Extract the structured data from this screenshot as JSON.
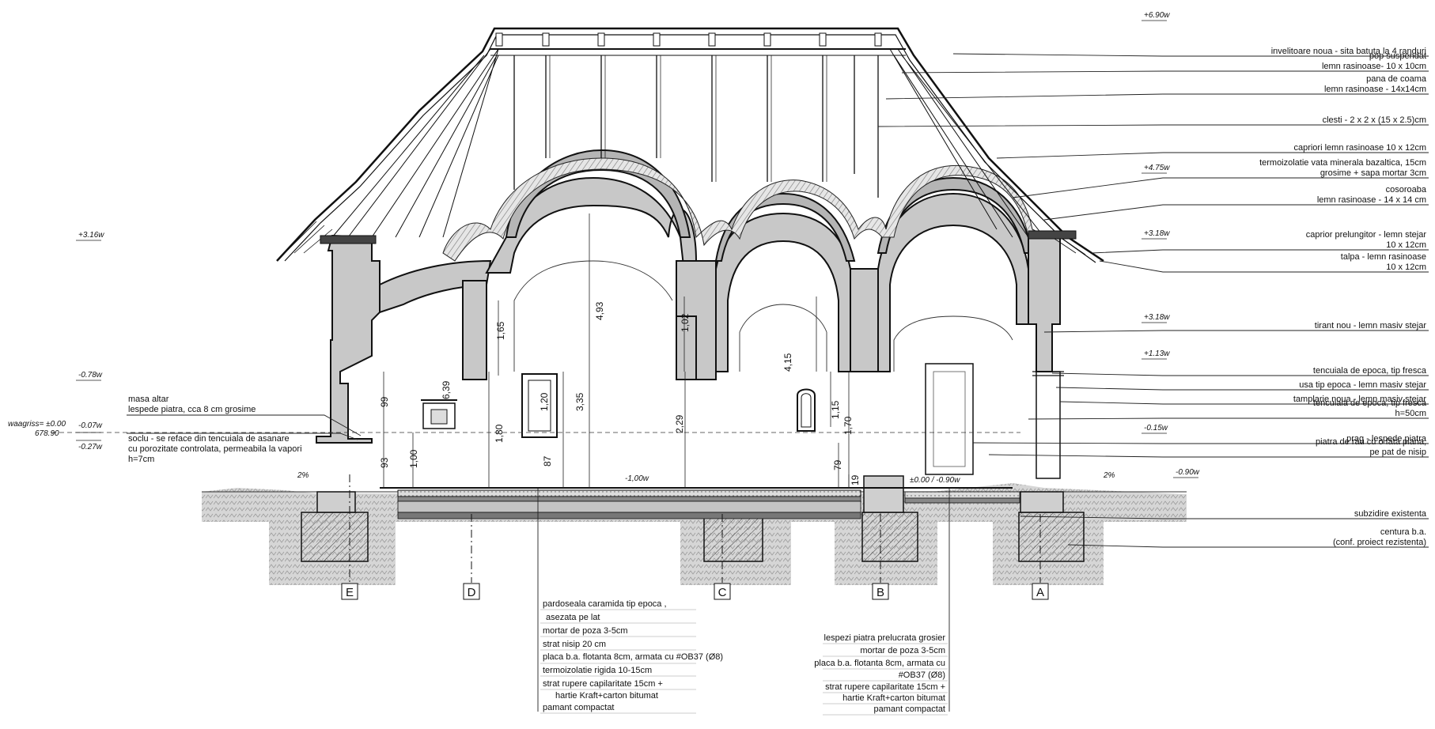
{
  "right_labels": [
    {
      "lines": [
        "invelitoare noua - sita batuta la 4 randuri"
      ]
    },
    {
      "lines": [
        "pop suspendat",
        "lemn rasinoase- 10 x 10cm"
      ]
    },
    {
      "lines": [
        "pana de coama",
        "lemn rasinoase - 14x14cm"
      ]
    },
    {
      "lines": [
        "clesti - 2 x 2 x (15 x 2.5)cm"
      ]
    },
    {
      "lines": [
        "capriori lemn rasinoase 10 x 12cm"
      ]
    },
    {
      "lines": [
        "termoizolatie vata minerala bazaltica, 15cm",
        "grosime + sapa mortar 3cm"
      ]
    },
    {
      "lines": [
        "cosoroaba",
        "lemn rasinoase - 14 x 14 cm"
      ]
    },
    {
      "lines": [
        "caprior prelungitor - lemn stejar",
        "10 x 12cm"
      ]
    },
    {
      "lines": [
        "talpa - lemn rasinoase",
        "10 x 12cm"
      ]
    },
    {
      "lines": [
        "tirant nou - lemn masiv stejar"
      ]
    },
    {
      "lines": [
        "tencuiala de epoca, tip fresca"
      ]
    },
    {
      "lines": [
        "usa tip epoca - lemn masiv stejar"
      ]
    },
    {
      "lines": [
        "tamplarie noua - lemn masiv stejar"
      ]
    },
    {
      "lines": [
        "tencuiala de epoca, tip fresca",
        "h=50cm"
      ]
    },
    {
      "lines": [
        "prag - lespede piatra"
      ]
    },
    {
      "lines": [
        "piatra de rau cu o fata plana,",
        "pe pat de nisip"
      ]
    },
    {
      "lines": [
        "subzidire existenta"
      ]
    },
    {
      "lines": [
        "centura b.a.",
        "(conf. proiect rezistenta)"
      ]
    }
  ],
  "right_levels": [
    "+6.90w",
    "+4.75w",
    "+3.18w",
    "+3.18w",
    "+1.13w",
    "-0.15w",
    "-0.90w"
  ],
  "left_levels": [
    "+3.16w",
    "-0.78w",
    "-0.07w",
    "-0.27w"
  ],
  "datum": {
    "label": "waagriss= ±0.00",
    "value": "678.90"
  },
  "left_notes": {
    "masa": [
      "masa altar",
      "lespede piatra, cca 8 cm grosime"
    ],
    "soclu": [
      "soclu - se reface din tencuiala de asanare",
      "cu porozitate controlata, permeabila la vapori",
      "h=7cm"
    ]
  },
  "floor_notes_1": [
    "pardoseala caramida tip epoca ,",
    "asezata pe lat",
    "mortar de poza 3-5cm",
    "strat nisip 20 cm",
    "placa b.a. flotanta 8cm, armata cu #OB37 (Ø8)",
    "termoizolatie rigida 10-15cm",
    "strat rupere capilaritate 15cm +",
    "hartie Kraft+carton bitumat",
    "pamant compactat"
  ],
  "floor_notes_2": [
    "lespezi piatra prelucrata grosier",
    "mortar de poza 3-5cm",
    "placa b.a. flotanta 8cm, armata cu",
    "#OB37 (Ø8)",
    "strat rupere capilaritate 15cm +",
    "hartie Kraft+carton bitumat",
    "pamant compactat"
  ],
  "axes": [
    "E",
    "D",
    "C",
    "B",
    "A"
  ],
  "dims": {
    "d165": "1,65",
    "d493": "4,93",
    "d102": "1,02",
    "d415": "4,15",
    "d335": "3,35",
    "d120a": "1,20",
    "d229": "2,29",
    "d115": "1,15",
    "d170": "1,70",
    "d99": "99",
    "d93": "93",
    "d100": "1,00",
    "d639": "6,39",
    "d180": "1,80",
    "d87": "87",
    "d79": "79",
    "d19": "19"
  },
  "floor_level": "-1,00w",
  "entry_level": "±0.00 / -0.90w",
  "slopes": [
    "2%",
    "2%"
  ]
}
